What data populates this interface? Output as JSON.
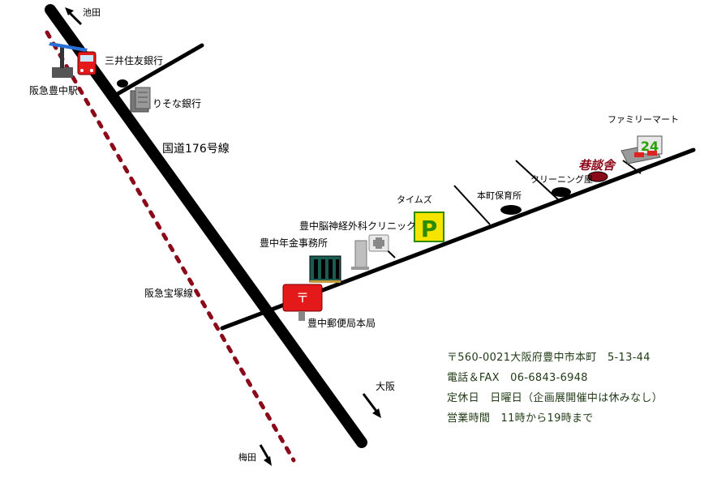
{
  "colors": {
    "road": "#000000",
    "railway": "#8b0a1a",
    "venue": "#8b0a1a",
    "info_text": "#1f3a14",
    "parking_bg": "#f4e400",
    "parking_border": "#2e8b00",
    "post_red": "#e41a1a",
    "pension_green": "#1a5c52"
  },
  "directions": {
    "ikeda": "池田",
    "osaka": "大阪",
    "umeda": "梅田"
  },
  "roads": {
    "national_route": "国道176号線",
    "railway_line": "阪急宝塚線"
  },
  "landmarks": {
    "station": "阪急豊中駅",
    "smbc": "三井住友銀行",
    "resona": "りそな銀行",
    "post_office": "豊中郵便局本局",
    "pension_office": "豊中年金事務所",
    "clinic": "豊中脳神経外科クリニック",
    "parking": "タイムズ",
    "parking_mark": "P",
    "nursery": "本町保育所",
    "cleaning": "クリーニング屋",
    "convenience_store": "ファミリーマート",
    "store_sign": "24",
    "venue": "巷談舎"
  },
  "info": {
    "address": "〒560-0021大阪府豊中市本町　5-13-44",
    "phone": "電話＆FAX　06-6843-6948",
    "holiday": "定休日　日曜日（企画展開催中は休みなし）",
    "hours": "営業時間　11時から19時まで"
  },
  "icons": {
    "station": "train-station-icon",
    "bank": "bank-building-icon",
    "post": "post-box-icon",
    "pension": "office-building-icon",
    "clinic": "hospital-cross-icon",
    "parking": "parking-icon",
    "store": "convenience-store-icon",
    "direction": "direction-arrow-icon"
  }
}
